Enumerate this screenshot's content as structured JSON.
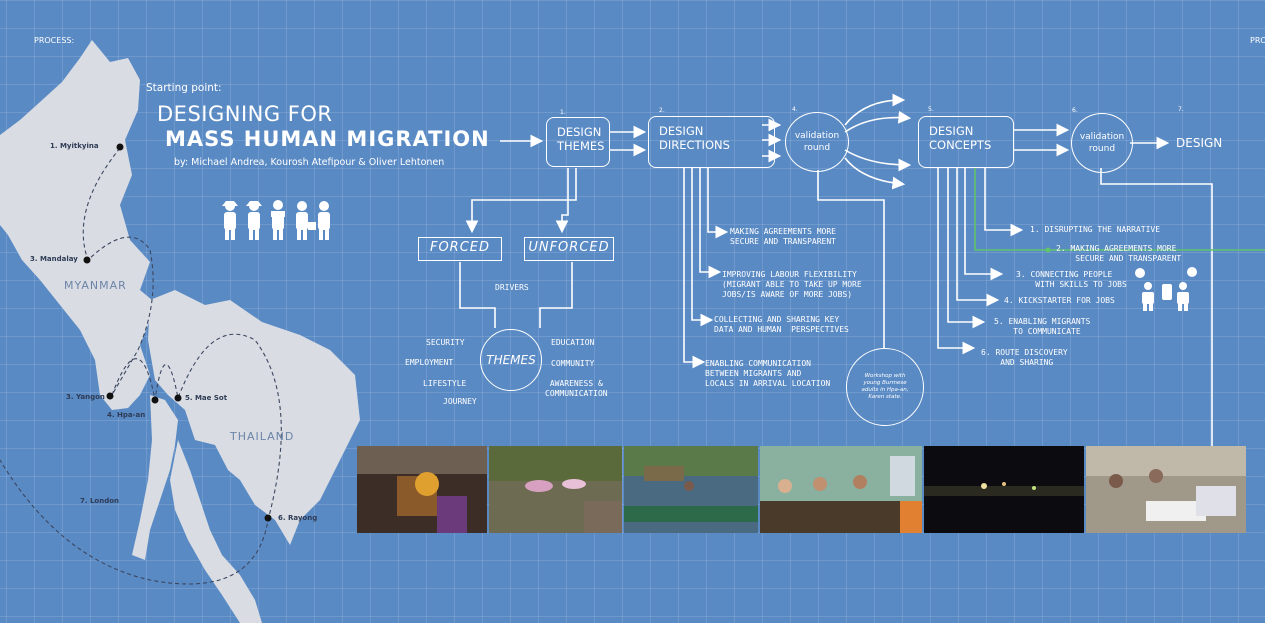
{
  "header": {
    "process_left": "PROCESS:",
    "process_right": "PRO"
  },
  "title": {
    "starting_point": "Starting point:",
    "line1": "DESIGNING FOR",
    "line2": "MASS HUMAN MIGRATION",
    "authors": "by: Michael Andrea, Kourosh Atefipour & Oliver Lehtonen"
  },
  "map": {
    "countries": {
      "myanmar": "MYANMAR",
      "thailand": "THAILAND"
    },
    "cities": {
      "myitkyina": "1. Myitkyina",
      "mandalay": "3. Mandalay",
      "yangon": "3. Yangon",
      "hpa_an": "4. Hpa-an",
      "mae_sot": "5. Mae Sot",
      "rayong": "6. Rayong",
      "london": "7. London"
    }
  },
  "steps": {
    "s1": {
      "num": "1.",
      "label": "DESIGN\nTHEMES"
    },
    "s2": {
      "num": "2.",
      "label": "DESIGN\nDIRECTIONS"
    },
    "s4": {
      "num": "4.",
      "label": "validation\nround"
    },
    "s5": {
      "num": "5.",
      "label": "DESIGN\nCONCEPTS"
    },
    "s6": {
      "num": "6.",
      "label": "validation\nround"
    },
    "s7": {
      "num": "7.",
      "label": "DESIGN"
    }
  },
  "drivers": {
    "forced": "FORCED",
    "unforced": "UNFORCED",
    "label": "DRIVERS"
  },
  "themes": {
    "center": "THEMES",
    "security": "SECURITY",
    "employment": "EMPLOYMENT",
    "lifestyle": "LIFESTYLE",
    "journey": "JOURNEY",
    "education": "EDUCATION",
    "community": "COMMUNITY",
    "awareness": "AWARENESS &\nCOMMUNICATION"
  },
  "directions": {
    "d1": "MAKING AGREEMENTS MORE\nSECURE AND TRANSPARENT",
    "d2": "IMPROVING LABOUR FLEXIBILITY\n(MIGRANT ABLE TO TAKE UP MORE\nJOBS/IS AWARE OF MORE JOBS)",
    "d3": "COLLECTING AND SHARING KEY\nDATA AND HUMAN  PERSPECTIVES",
    "d4": "ENABLING COMMUNICATION\nBETWEEN MIGRANTS AND\nLOCALS IN ARRIVAL LOCATION"
  },
  "workshop_note": "Workshop with\nyoung Burmese\nadults in Hpa-an,\nKaren state.",
  "concepts": {
    "c1": "1. DISRUPTING THE NARRATIVE",
    "c2": "2. MAKING AGREEMENTS MORE\n    SECURE AND TRANSPARENT",
    "c3": "3. CONNECTING PEOPLE\n    WITH SKILLS TO JOBS",
    "c4": "4. KICKSTARTER FOR JOBS",
    "c5": "5. ENABLING MIGRANTS\n    TO COMMUNICATE",
    "c6": "6. ROUTE DISCOVERY\n    AND SHARING"
  },
  "colors": {
    "background": "#5a8ac4",
    "map_land": "#d9dde3",
    "highlight": "#5fc46a"
  }
}
